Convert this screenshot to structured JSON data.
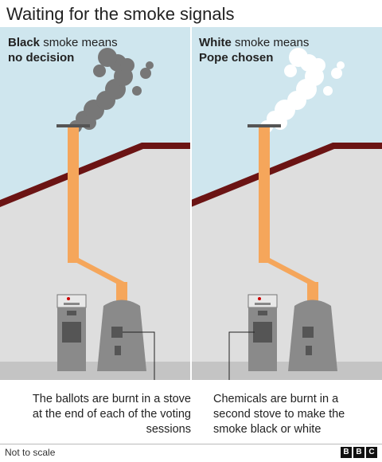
{
  "title": "Waiting for the smoke signals",
  "left_panel": {
    "caption_bold": "Black",
    "caption_rest": " smoke means",
    "caption_line2": "no decision",
    "smoke_color": "#777777"
  },
  "right_panel": {
    "caption_bold": "White",
    "caption_rest": " smoke means",
    "caption_line2": "Pope chosen",
    "smoke_color": "#ffffff"
  },
  "notes": {
    "left": "The ballots are burnt in a stove at the end of each of the voting sessions",
    "right": "Chemicals are burnt in a second stove to make the smoke black or white"
  },
  "footer": {
    "note": "Not to scale",
    "logo": [
      "B",
      "B",
      "C"
    ]
  },
  "colors": {
    "sky": "#cfe6ee",
    "wall": "#dedede",
    "floor": "#c4c4c4",
    "roof": "#6b1414",
    "pipe": "#f5a65b",
    "stove": "#8a8a8a"
  }
}
